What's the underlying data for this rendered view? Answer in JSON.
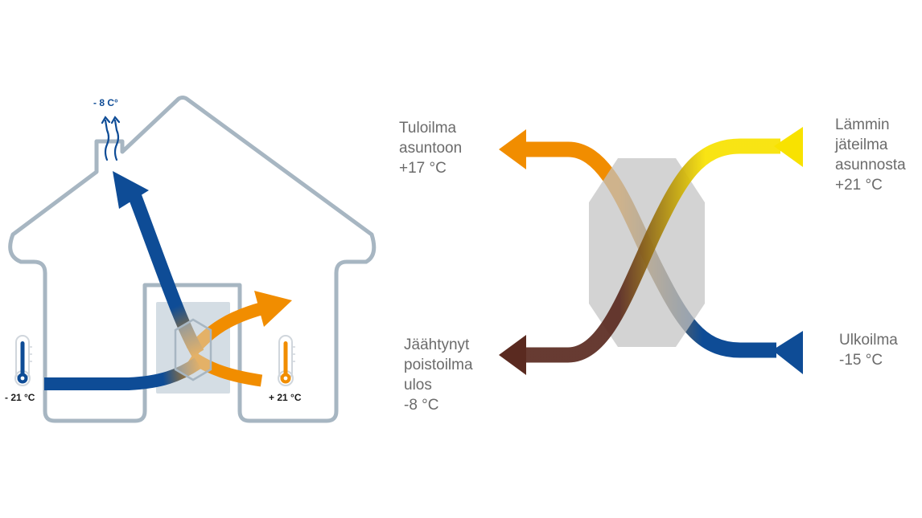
{
  "colors": {
    "house_outline": "#a7b6c2",
    "cold_blue": "#0e4c96",
    "warm_orange": "#f18d00",
    "exhaust_yellow": "#f8e200",
    "exhaust_brown": "#5a2a20",
    "exchanger_grey": "#cfcfcf",
    "label_grey": "#6b6b6b"
  },
  "house": {
    "chimney_temp": "- 8 C°",
    "outside_temp": "- 21 °C",
    "inside_temp": "+ 21 °C",
    "icons": [
      "thermometer-cold-icon",
      "thermometer-warm-icon",
      "heat-waves-icon"
    ]
  },
  "labels": {
    "supply": [
      "Tuloilma",
      "asuntoon",
      "+17 °C"
    ],
    "extract": [
      "Lämmin",
      "jäteilma",
      "asunnosta",
      "+21 °C"
    ],
    "exhaust": [
      "Jäähtynyt",
      "poistoilma",
      "ulos",
      "-8 °C"
    ],
    "outdoor": [
      "Ulkoilma",
      "-15 °C"
    ]
  }
}
